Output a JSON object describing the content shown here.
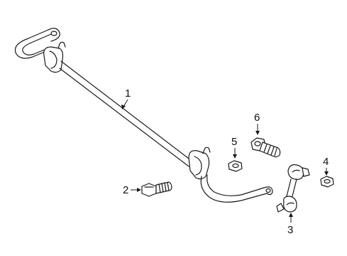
{
  "callouts": {
    "c1": "1",
    "c2": "2",
    "c3": "3",
    "c4": "4",
    "c5": "5",
    "c6": "6"
  }
}
